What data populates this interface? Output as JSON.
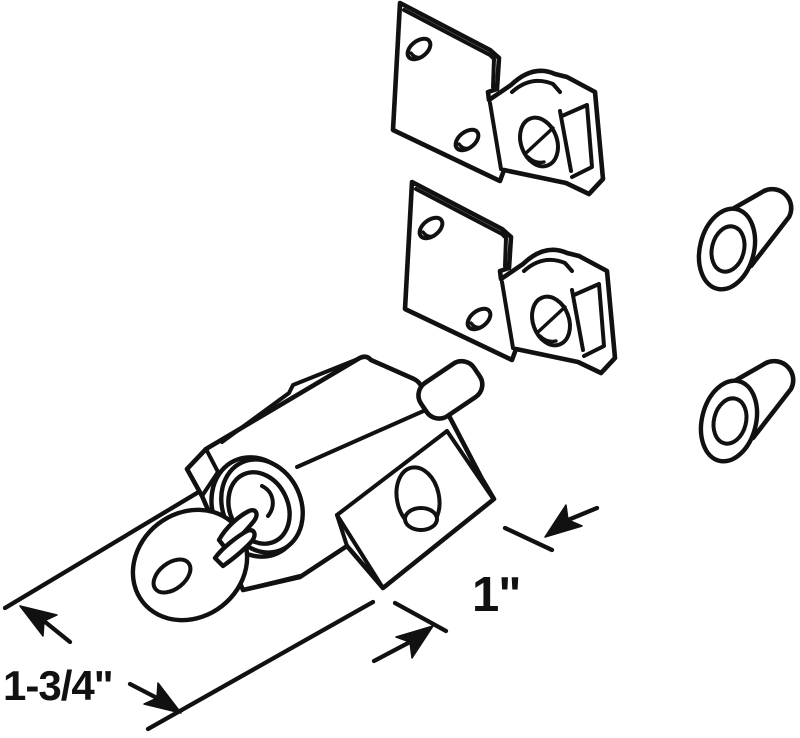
{
  "diagram": {
    "type": "technical-line-illustration",
    "background_color": "#ffffff",
    "line_color": "#111111",
    "labels": {
      "length": "1-3/4\"",
      "depth": "1\""
    },
    "parts": [
      "keeper-bracket-top",
      "keeper-bracket-bottom",
      "rivet-ferrule-top",
      "rivet-ferrule-bottom",
      "push-button-lock-housing",
      "mounting-base",
      "plunger-button",
      "key"
    ]
  }
}
